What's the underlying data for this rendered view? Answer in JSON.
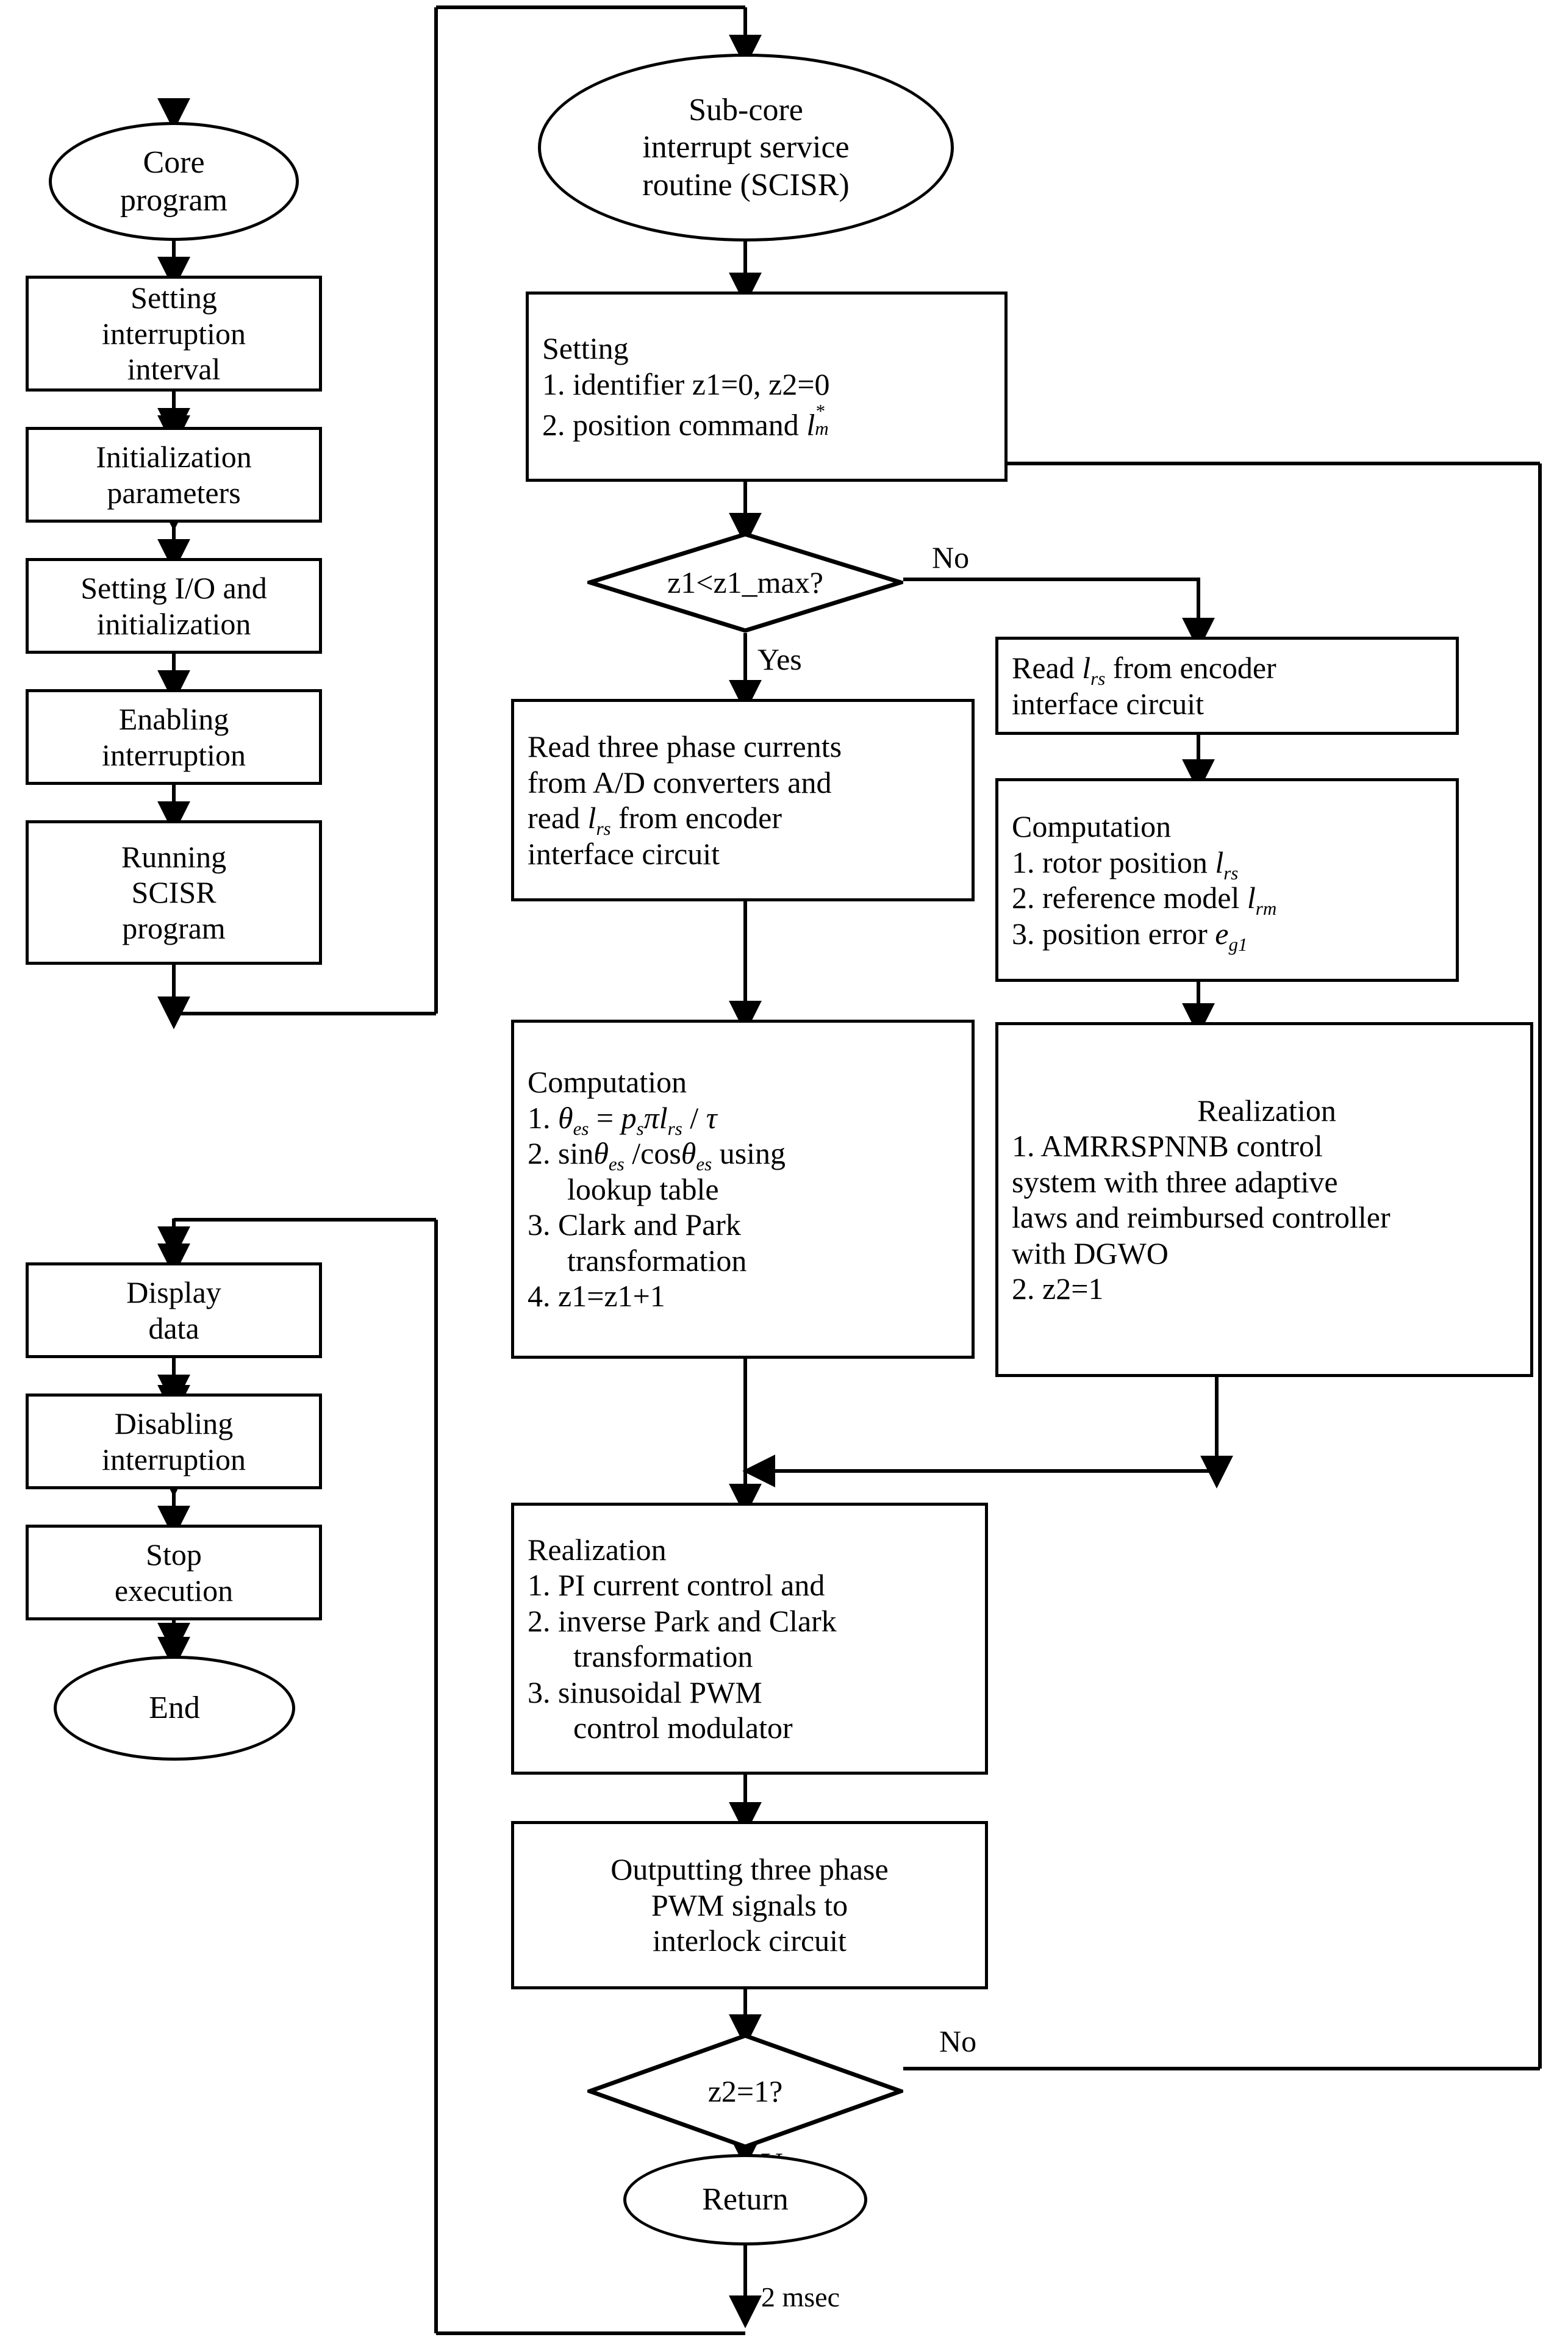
{
  "diagram": {
    "type": "flowchart",
    "title_absent": true,
    "left_column": {
      "start": {
        "label": "Core program",
        "shape": "ellipse"
      },
      "steps": [
        {
          "label": "Setting interruption interval",
          "shape": "process"
        },
        {
          "label": "Initialization parameters",
          "shape": "process"
        },
        {
          "label": "Setting  I/O and initialization",
          "shape": "process"
        },
        {
          "label": "Enabling interruption",
          "shape": "process"
        },
        {
          "label": "Running SCISR program",
          "shape": "process"
        }
      ],
      "resume": [
        {
          "label": "Display data",
          "shape": "process"
        },
        {
          "label": "Disabling interruption",
          "shape": "process"
        },
        {
          "label": "Stop execution",
          "shape": "process"
        }
      ],
      "end": {
        "label": "End",
        "shape": "ellipse"
      }
    },
    "right_column": {
      "start": {
        "label": "Sub-core interrupt service routine (SCISR)",
        "shape": "ellipse"
      },
      "setting": {
        "title": "Setting",
        "items": [
          "1. identifier z1=0, z2=0",
          "2. position command l*m"
        ]
      },
      "decision_1": {
        "label": "z1<z1_max?",
        "yes": "Yes",
        "no": "No"
      },
      "read_currents": "Read three phase currents from A/D converters and read l rs from encoder interface circuit",
      "computation_left": {
        "title": "Computation",
        "items": [
          "1.  θes = ps πlrs / τ",
          "2. sinθes /cosθes using lookup table",
          "3. Clark and Park transformation",
          "4.  z1=z1+1"
        ]
      },
      "read_encoder": "Read l rs from encoder interface circuit",
      "computation_right": {
        "title": "Computation",
        "items": [
          "1. rotor position  lrs",
          "2. reference model  lrm",
          "3. position error  eg1"
        ]
      },
      "realization_right": {
        "title": "Realization",
        "items": [
          "1.   AMRRSPNNB control system with three adaptive laws and reimbursed controller with DGWO",
          "2. z2=1"
        ]
      },
      "realization_bottom": {
        "title": "Realization",
        "items": [
          "1. PI current control and",
          "2. inverse Park and Clark transformation",
          "3. sinusoidal PWM control modulator"
        ]
      },
      "output_pwm": "Outputting three phase PWM signals to interlock circuit",
      "decision_2": {
        "label": "z2=1?",
        "yes": "Yes",
        "no": "No"
      },
      "return": {
        "label": "Return",
        "shape": "ellipse"
      },
      "loop_label": "2 msec"
    },
    "text": {
      "core_program_l1": "Core",
      "core_program_l2": "program",
      "setting_interruption_l1": "Setting",
      "setting_interruption_l2": "interruption",
      "setting_interruption_l3": "interval",
      "initialization_l1": "Initialization",
      "initialization_l2": "parameters",
      "setting_io_l1": "Setting  I/O and",
      "setting_io_l2": "initialization",
      "enabling_l1": "Enabling",
      "enabling_l2": "interruption",
      "running_l1": "Running",
      "running_l2": "SCISR",
      "running_l3": "program",
      "display_l1": "Display",
      "display_l2": "data",
      "disabling_l1": "Disabling",
      "disabling_l2": "interruption",
      "stop_l1": "Stop",
      "stop_l2": "execution",
      "end": "End",
      "scisr_l1": "Sub-core",
      "scisr_l2": "interrupt service",
      "scisr_l3": "routine (SCISR)",
      "setting_title": "Setting",
      "setting_item1": "1. identifier z1=0, z2=0",
      "setting_item2_pre": "2. position command",
      "setting_item2_var": "l",
      "setting_item2_sup": "*",
      "setting_item2_sub": "m",
      "dec1": "z1<z1_max?",
      "dec1_yes": "Yes",
      "dec1_no": "No",
      "read_cur_l1": "Read three phase currents",
      "read_cur_l2": "from A/D converters and",
      "read_cur_l3a": "read",
      "read_cur_l3var": "l",
      "read_cur_l3sub": "rs",
      "read_cur_l3b": "from encoder",
      "read_cur_l4": "interface circuit",
      "comp_title": "Computation",
      "comp_i1_num": "1.",
      "comp_i1_theta": "θ",
      "comp_i1_theta_sub": "es",
      "comp_i1_eq": "=",
      "comp_i1_p": "p",
      "comp_i1_p_sub": "s",
      "comp_i1_pi": "π",
      "comp_i1_l": "l",
      "comp_i1_l_sub": "rs",
      "comp_i1_div": "/",
      "comp_i1_tau": "τ",
      "comp_i2_a": "2. sin",
      "comp_i2_b": "/cos",
      "comp_i2_c": "using",
      "comp_i2_d": "lookup table",
      "comp_i3_a": "3. Clark and Park",
      "comp_i3_b": "transformation",
      "comp_i4": "4.  z1=z1+1",
      "read_enc_l1a": "Read",
      "read_enc_l1var": "l",
      "read_enc_l1sub": "rs",
      "read_enc_l1b": "from encoder",
      "read_enc_l2": "interface circuit",
      "comp2_title": "Computation",
      "comp2_i1": "1. rotor position",
      "comp2_i1_var": "l",
      "comp2_i1_sub": "rs",
      "comp2_i2": "2. reference model",
      "comp2_i2_var": "l",
      "comp2_i2_sub": "rm",
      "comp2_i3": "3. position error",
      "comp2_i3_var": "e",
      "comp2_i3_sub": "g1",
      "real_r_title": "Realization",
      "real_r_i1a": "1.   AMRRSPNNB control",
      "real_r_i1b": "system with three adaptive",
      "real_r_i1c": "laws and reimbursed controller",
      "real_r_i1d": "with DGWO",
      "real_r_i2": "2. z2=1",
      "real_b_title": "Realization",
      "real_b_i1": "1. PI current control and",
      "real_b_i2a": "2. inverse Park and Clark",
      "real_b_i2b": "transformation",
      "real_b_i3a": "3. sinusoidal PWM",
      "real_b_i3b": "control modulator",
      "out_l1": "Outputting three phase",
      "out_l2": "PWM signals to",
      "out_l3": "interlock circuit",
      "dec2": "z2=1?",
      "dec2_yes": "Yes",
      "dec2_no": "No",
      "return": "Return",
      "msec": "2 msec"
    },
    "colors": {
      "stroke": "#000000",
      "fill": "#ffffff"
    }
  }
}
